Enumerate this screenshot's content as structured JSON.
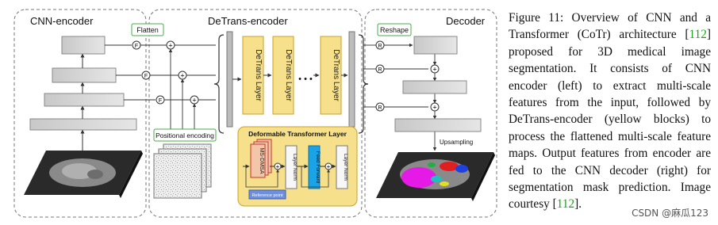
{
  "diagram": {
    "panels": {
      "cnn_encoder": "CNN-encoder",
      "detrans_encoder": "DeTrans-encoder",
      "decoder": "Decoder"
    },
    "tags": {
      "flatten": "Flatten",
      "reshape": "Reshape",
      "upsampling": "Upsampling"
    },
    "positional_encoding": "Positional encoding",
    "detrans_layer": "DeTrans Layer",
    "ellipsis": "• • •",
    "dtl": {
      "title": "Deformable Transformer Layer",
      "msdmsa": "MS-DMSA",
      "layer_norm": "Layer Norm",
      "feed_forward": "Feed Forward",
      "reference_point": "Reference point"
    },
    "op_flatten": "F",
    "op_reshape": "R",
    "op_add": "+"
  },
  "caption": {
    "p1": "Figure 11: Overview of CNN and a Transformer (CoTr) architecture [",
    "ref1": "112",
    "p2": "] proposed for 3D medical image segmentation. It consists of CNN encoder (left) to extract multi-scale features from the input, followed by DeTrans-encoder (yellow blocks) to process the flattened multi-scale feature maps. Output features from encoder are fed to the CNN decoder (right) for segmentation mask prediction. Image courtesy [",
    "ref2": "112",
    "p3": "]."
  },
  "watermark": "CSDN @麻瓜123",
  "colors": {
    "detrans_fill": "#f6e08b",
    "detrans_stroke": "#c9a227",
    "feed_forward": "#1aa3e6",
    "msdmsa_fill": "#f3c5a9",
    "msdmsa_stroke": "#c0392b",
    "reference_point": "#6f8fd8",
    "tag_stroke": "#4ba84b",
    "box_fill": "#d4d4d4",
    "caption_ref": "#1aa31a"
  }
}
